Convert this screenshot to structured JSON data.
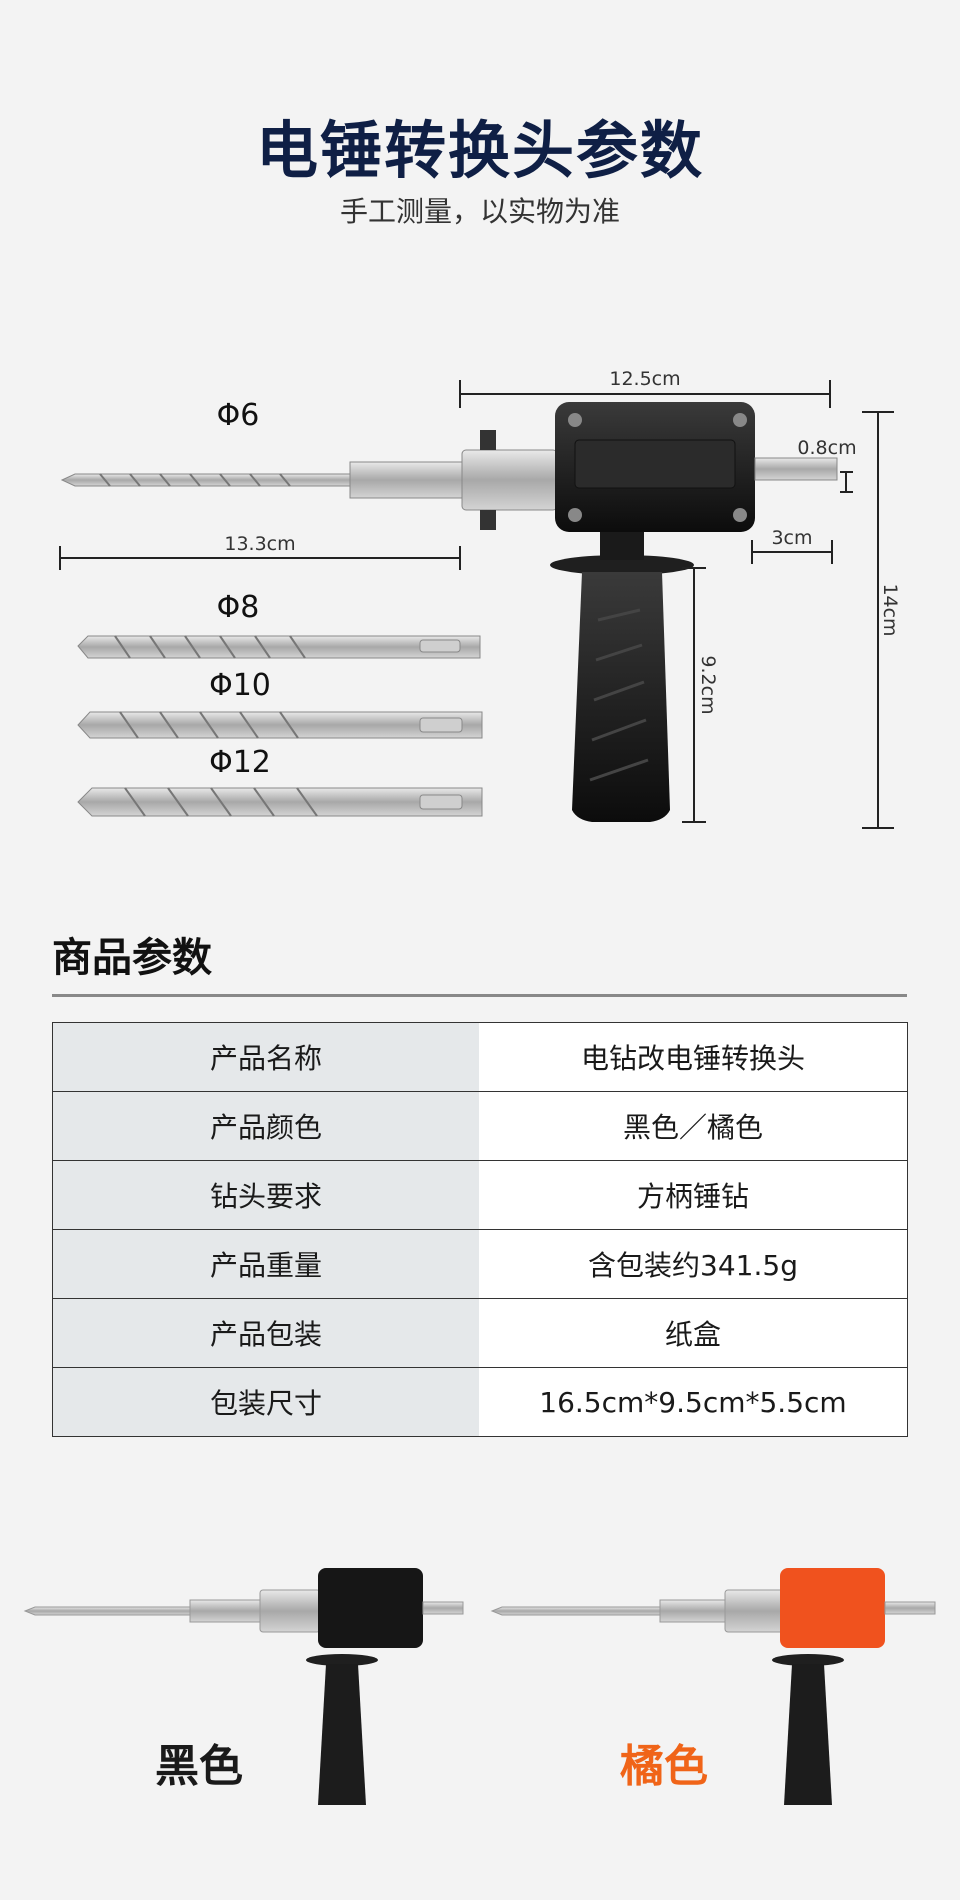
{
  "header": {
    "title": "电锤转换头参数",
    "subtitle": "手工测量，以实物为准"
  },
  "dimensions": {
    "body_length": "12.5cm",
    "shaft_length": "13.3cm",
    "shank_diameter": "0.8cm",
    "shank_length": "3cm",
    "handle_length": "9.2cm",
    "total_height": "14cm"
  },
  "drill_bits": [
    {
      "label": "Φ6"
    },
    {
      "label": "Φ8"
    },
    {
      "label": "Φ10"
    },
    {
      "label": "Φ12"
    }
  ],
  "specs": {
    "section_title": "商品参数",
    "rows": [
      {
        "key": "产品名称",
        "value": "电钻改电锤转换头"
      },
      {
        "key": "产品颜色",
        "value": "黑色／橘色"
      },
      {
        "key": "钻头要求",
        "value": "方柄锤钻"
      },
      {
        "key": "产品重量",
        "value": "含包装约341.5g"
      },
      {
        "key": "产品包装",
        "value": "纸盒"
      },
      {
        "key": "包装尺寸",
        "value": "16.5cm*9.5cm*5.5cm"
      }
    ]
  },
  "variants": [
    {
      "label": "黑色",
      "color": "#1a1a1a",
      "body_color": "#161616"
    },
    {
      "label": "橘色",
      "color": "#f06418",
      "body_color": "#f0521e"
    }
  ]
}
